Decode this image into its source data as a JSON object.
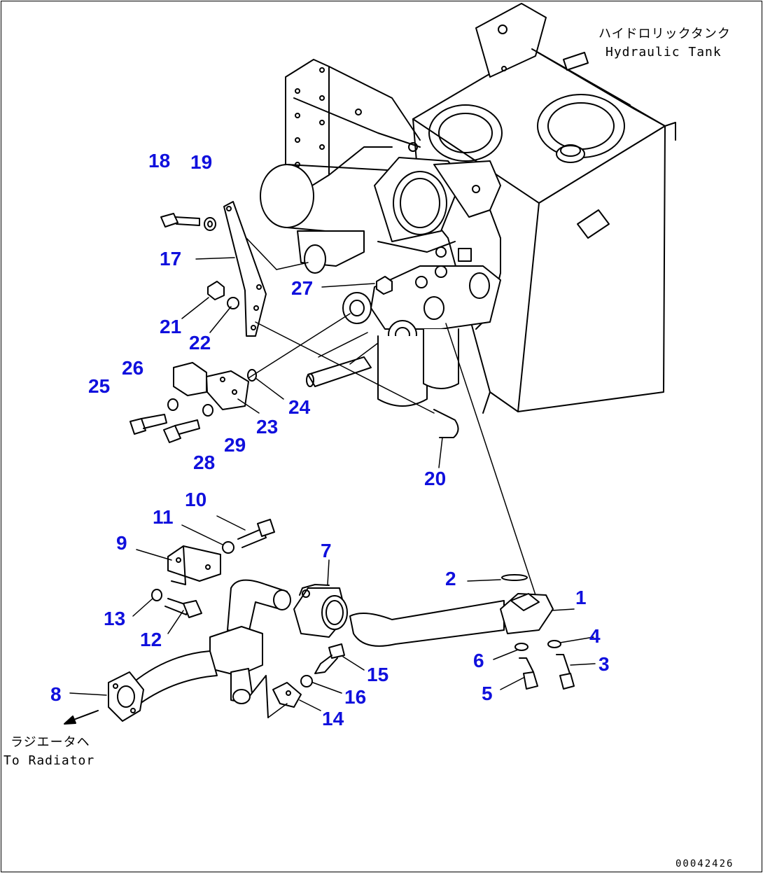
{
  "diagram": {
    "tank_label_jp": "ハイドロリックタンク",
    "tank_label_en": "Hydraulic Tank",
    "radiator_label_jp": "ラジエータヘ",
    "radiator_label_en": "To Radiator",
    "drawing_number": "00042426",
    "accent_color": "#1010dd"
  },
  "callouts": {
    "c1": "1",
    "c2": "2",
    "c3": "3",
    "c4": "4",
    "c5": "5",
    "c6": "6",
    "c7": "7",
    "c8": "8",
    "c9": "9",
    "c10": "10",
    "c11": "11",
    "c12": "12",
    "c13": "13",
    "c14": "14",
    "c15": "15",
    "c16": "16",
    "c17": "17",
    "c18": "18",
    "c19": "19",
    "c20": "20",
    "c21": "21",
    "c22": "22",
    "c23": "23",
    "c24": "24",
    "c25": "25",
    "c26": "26",
    "c27": "27",
    "c28": "28",
    "c29": "29"
  }
}
